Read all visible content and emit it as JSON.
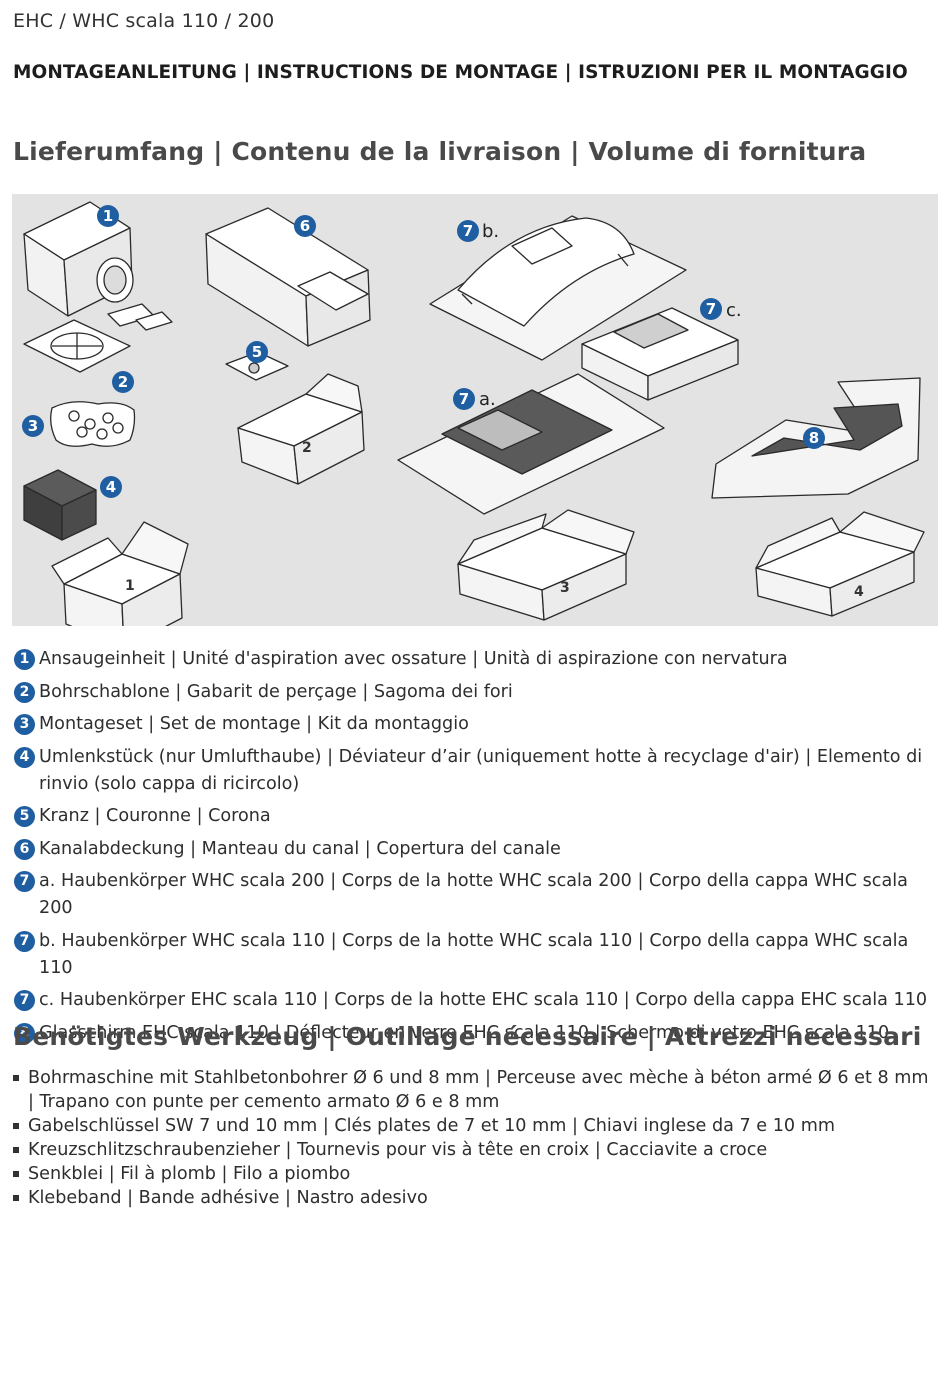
{
  "header": {
    "model": "EHC / WHC scala 110 / 200",
    "title": "MONTAGEANLEITUNG | INSTRUCTIONS DE MONTAGE | ISTRUZIONI PER IL MONTAGGIO"
  },
  "delivery": {
    "title": "Lieferumfang | Contenu de la livraison | Volume di fornitura",
    "figure_callouts": [
      "1",
      "2",
      "3",
      "4",
      "5",
      "6",
      "7",
      "8"
    ],
    "figure_callout_suffixes": [
      "a.",
      "b.",
      "c."
    ],
    "box_labels": [
      "1",
      "2",
      "3",
      "4"
    ],
    "items": [
      {
        "num": "1",
        "text": "Ansaugeinheit | Unité d'aspiration avec ossature | Unità di aspirazione con nervatura"
      },
      {
        "num": "2",
        "text": "Bohrschablone | Gabarit de perçage | Sagoma dei fori"
      },
      {
        "num": "3",
        "text": "Montageset |  Set de montage | Kit da montaggio"
      },
      {
        "num": "4",
        "text": "Umlenkstück (nur Umlufthaube) | Déviateur d’air (uniquement hotte à recyclage d'air) | Elemento di rinvio (solo cappa di ricircolo)"
      },
      {
        "num": "5",
        "text": "Kranz | Couronne | Corona"
      },
      {
        "num": "6",
        "text": "Kanalabdeckung | Manteau du canal | Copertura del canale"
      },
      {
        "num": "7",
        "text": "a. Haubenkörper WHC scala 200 | Corps de la hotte WHC scala 200 | Corpo della cappa WHC scala 200"
      },
      {
        "num": "7",
        "text": "b. Haubenkörper WHC scala 110 | Corps de la hotte WHC scala 110 | Corpo della cappa WHC scala 110"
      },
      {
        "num": "7",
        "text": "c. Haubenkörper EHC scala 110 | Corps de la hotte EHC scala 110 | Corpo della cappa EHC scala 110"
      },
      {
        "num": "8",
        "text": "Glasschirm EHC scala 110 |  Déflecteur en verre EHC scala 110 | Schermo di vetro EHC scala 110"
      }
    ]
  },
  "tools": {
    "title": "Benötigtes Werkzeug | Outillage nécessaire | Attrezzi necessari",
    "items": [
      "Bohrmaschine mit Stahlbetonbohrer Ø 6 und 8 mm | Perceuse avec mèche à béton armé Ø 6 et 8 mm | Trapano con punte per cemento armato Ø 6 e 8 mm",
      "Gabelschlüssel SW 7 und 10 mm | Clés plates de 7 et 10 mm | Chiavi inglese da 7 e 10 mm",
      "Kreuzschlitzschraubenzieher | Tournevis pour vis à tête en croix | Cacciavite a croce",
      "Senkblei | Fil à plomb | Filo a piombo",
      "Klebeband | Bande adhésive | Nastro adesivo"
    ]
  },
  "colors": {
    "callout_blue": "#1f5ea0",
    "figure_background": "#e3e3e3",
    "heading_gray": "#4a4a4a"
  }
}
